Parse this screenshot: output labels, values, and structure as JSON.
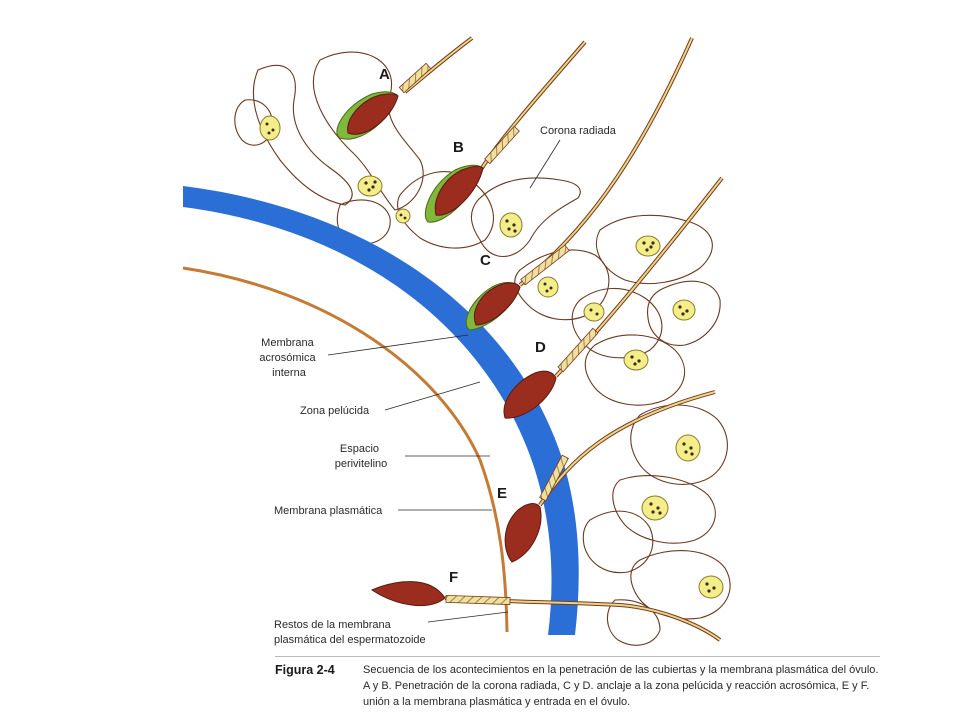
{
  "figure": {
    "stage_labels": [
      "A",
      "B",
      "C",
      "D",
      "E",
      "F"
    ],
    "labels": {
      "corona": "Corona radiada",
      "acro": [
        "Membrana",
        "acrosómica",
        "interna"
      ],
      "zona": "Zona pelúcida",
      "espacio": [
        "Espacio",
        "perivitelino"
      ],
      "plasma": "Membrana plasmática",
      "restos": [
        "Restos de la membrana",
        "plasmática del espermatozoide"
      ]
    },
    "caption": {
      "title": "Figura 2-4",
      "text": "Secuencia de los acontecimientos en la penetración de las cubiertas y la membrana plasmática del óvulo. A y B. Penetración de la corona radiada, C y D. anclaje a la zona pelúcida y reacción acrosómica, E y F. unión a la membrana plasmática y entrada en el óvulo."
    }
  },
  "colors": {
    "zona": "#2b6fd6",
    "plasma_membrane": "#c57a35",
    "sperm_head": "#9b2d1f",
    "acrosome": "#7fb83a",
    "tail": "#e8d58a",
    "cell_yellow": "#f4ee8a",
    "granule": "#3a2a10"
  }
}
